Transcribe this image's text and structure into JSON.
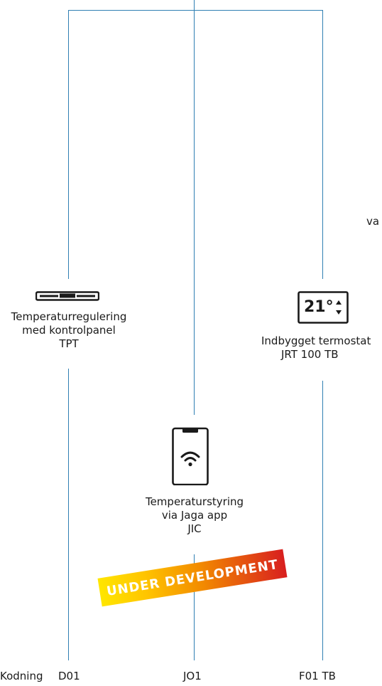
{
  "options": [
    {
      "label_lines": [
        "Temperaturregulering",
        "med kontrolpanel",
        "TPT"
      ],
      "code": "D01",
      "icon": "control-panel-icon"
    },
    {
      "label_lines": [
        "Temperaturstyring",
        "via Jaga app",
        "JIC"
      ],
      "code": "JO1",
      "icon": "smartphone-wifi-icon"
    },
    {
      "label_lines": [
        "Indbygget termostat",
        "JRT 100 TB"
      ],
      "code": "F01 TB",
      "icon": "thermostat-display-icon"
    }
  ],
  "thermostat_display": "21°",
  "partial_text": "va",
  "coding_label": "Kodning",
  "banner_text": "UNDER DEVELOPMENT",
  "colors": {
    "line": "#2f7fb3",
    "banner_start": "#ffe600",
    "banner_end": "#d81f1f"
  }
}
